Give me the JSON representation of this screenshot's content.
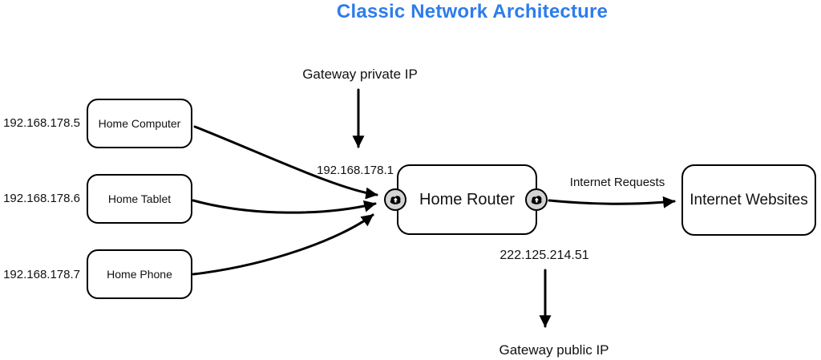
{
  "title": {
    "text": "Classic Network Architecture"
  },
  "colors": {
    "title": "#2E7CEB",
    "line": "#000000",
    "box_fill": "#ffffff",
    "box_border": "#000000",
    "port_fill": "#d3d3d3"
  },
  "devices": [
    {
      "ip": "192.168.178.5",
      "label": "Home Computer"
    },
    {
      "ip": "192.168.178.6",
      "label": "Home Tablet"
    },
    {
      "ip": "192.168.178.7",
      "label": "Home Phone"
    }
  ],
  "router": {
    "label": "Home Router",
    "port_icon": "cloud-upload-icon"
  },
  "gateway": {
    "private_label": "Gateway private IP",
    "private_ip": "192.168.178.1",
    "public_label": "Gateway public IP",
    "public_ip": "222.125.214.51"
  },
  "internet": {
    "label": "Internet Websites",
    "edge_label": "Internet Requests"
  }
}
